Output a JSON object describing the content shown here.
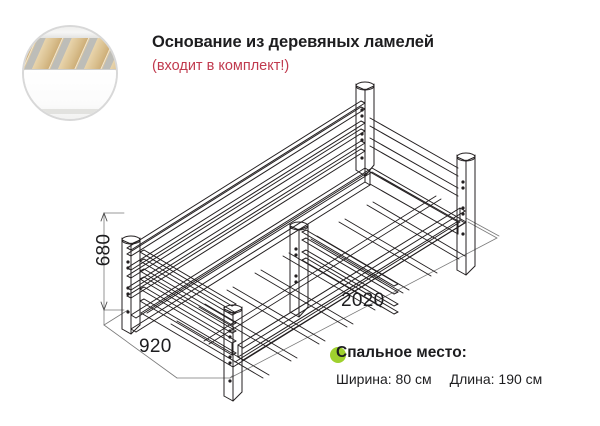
{
  "headline": {
    "title": "Основание из деревяных ламелей",
    "subtitle": "(входит в комплект!)",
    "subtitle_color": "#c03a4e"
  },
  "inset_photo": {
    "icon_name": "wooden-slats-photo",
    "description": "Основание из деревяных ламелей",
    "wood_color": "#dfc89c",
    "frame_color": "#f6f6f5"
  },
  "drawing": {
    "name": "bed-isometric-technical-drawing",
    "line_color": "#231f20",
    "dimension_line_color": "#6d6d6d"
  },
  "dimensions": {
    "height": "680",
    "width": "920",
    "length": "2020"
  },
  "spec": {
    "bullet_color": "#9fd12e",
    "title": "Спальное место:",
    "width_label": "Ширина: 80 см",
    "length_label": "Длина: 190 см"
  }
}
